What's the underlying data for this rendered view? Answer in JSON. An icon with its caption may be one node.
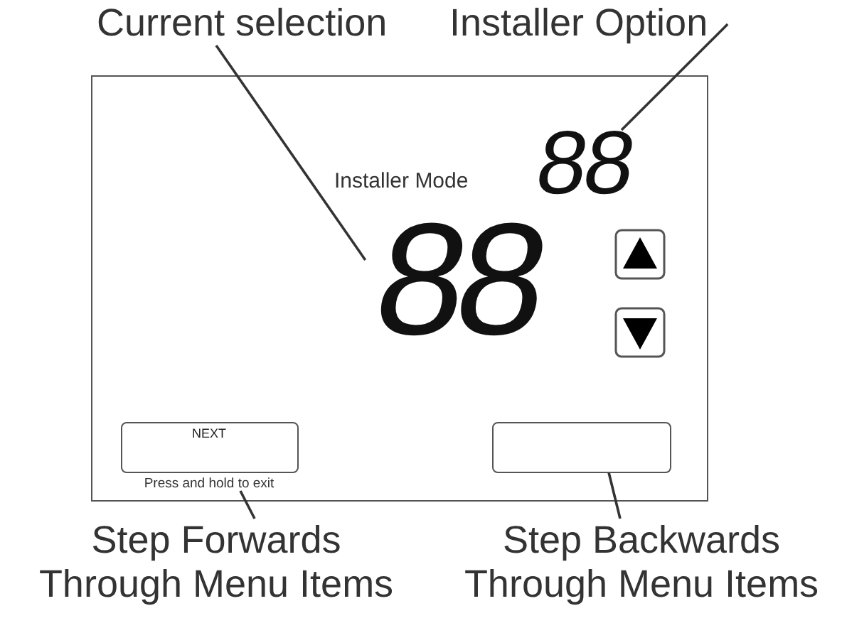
{
  "diagram": {
    "nodes": [
      {
        "text": [
          "Current selection"
        ]
      },
      {
        "text": [
          "Installer Option"
        ]
      },
      {
        "text": [],
        "shape": "box"
      },
      {
        "text": [
          "88"
        ],
        "in": 2
      },
      {
        "text": [
          "88"
        ],
        "in": 2
      },
      {
        "text": [
          "NEXT"
        ],
        "beside": [
          "Press and hold to exit"
        ],
        "in": 2
      },
      {
        "text": [],
        "shape": "box",
        "in": 2
      },
      {
        "text": [
          "Step Forwards Through Menu Items"
        ]
      },
      {
        "text": [
          "Step Backwards Through Menu Items"
        ]
      }
    ],
    "edges": [
      {
        "from": 0,
        "to": 4,
        "arrow": "none"
      },
      {
        "from": 1,
        "to": 3,
        "arrow": "none"
      },
      {
        "from": 7,
        "to": 5,
        "arrow": "none"
      },
      {
        "from": 8,
        "to": 6,
        "arrow": "none"
      }
    ],
    "labels": [
      "Installer Mode"
    ]
  }
}
